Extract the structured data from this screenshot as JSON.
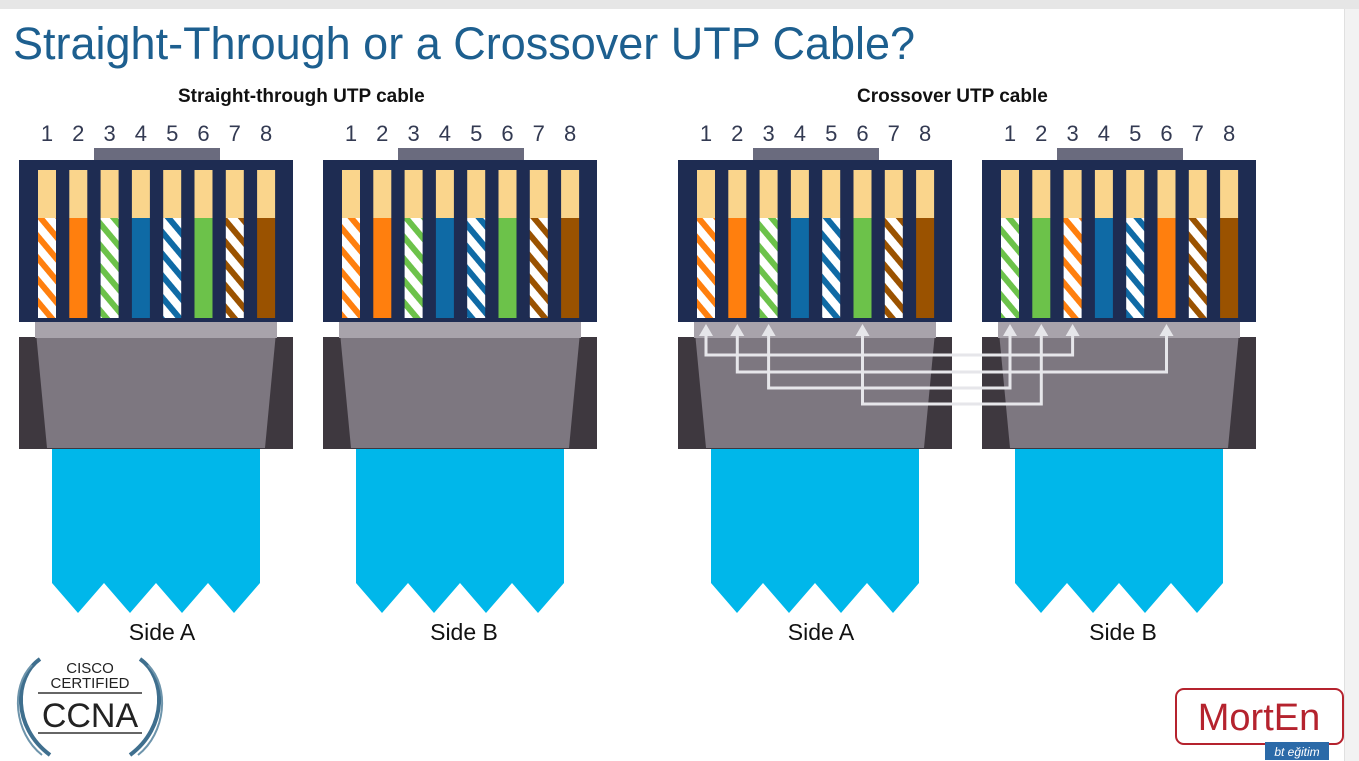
{
  "slide": {
    "title": "Straight-Through or a Crossover UTP Cable?"
  },
  "sections": {
    "straight_title": "Straight-through UTP cable",
    "crossover_title": "Crossover UTP cable"
  },
  "pin_numbers": [
    "1",
    "2",
    "3",
    "4",
    "5",
    "6",
    "7",
    "8"
  ],
  "connectors": [
    {
      "side_label": "Side A",
      "wiring": [
        "white-orange",
        "orange",
        "white-green",
        "blue",
        "white-blue",
        "green",
        "white-brown",
        "brown"
      ]
    },
    {
      "side_label": "Side B",
      "wiring": [
        "white-orange",
        "orange",
        "white-green",
        "blue",
        "white-blue",
        "green",
        "white-brown",
        "brown"
      ]
    },
    {
      "side_label": "Side A",
      "wiring": [
        "white-orange",
        "orange",
        "white-green",
        "blue",
        "white-blue",
        "green",
        "white-brown",
        "brown"
      ]
    },
    {
      "side_label": "Side B",
      "wiring": [
        "white-green",
        "green",
        "white-orange",
        "blue",
        "white-blue",
        "orange",
        "white-brown",
        "brown"
      ]
    }
  ],
  "wire_colors": {
    "orange": "#ff7f0e",
    "green": "#6cc24a",
    "blue": "#0f6aa5",
    "brown": "#9a5200",
    "contact": "#fad58c",
    "connector_frame": "#1e2c52",
    "jacket": "#00b7ea",
    "boot": "#7d7780",
    "boot_dark": "#3e383f"
  },
  "crossover_links": [
    {
      "from_pin": 1,
      "to_pin": 3
    },
    {
      "from_pin": 2,
      "to_pin": 6
    },
    {
      "from_pin": 3,
      "to_pin": 1
    },
    {
      "from_pin": 6,
      "to_pin": 2
    }
  ],
  "logos": {
    "ccna_top": "CISCO",
    "ccna_mid": "CERTIFIED",
    "ccna_main": "CCNA",
    "morten_main": "MortEn",
    "morten_sub": "bt eğitim"
  }
}
